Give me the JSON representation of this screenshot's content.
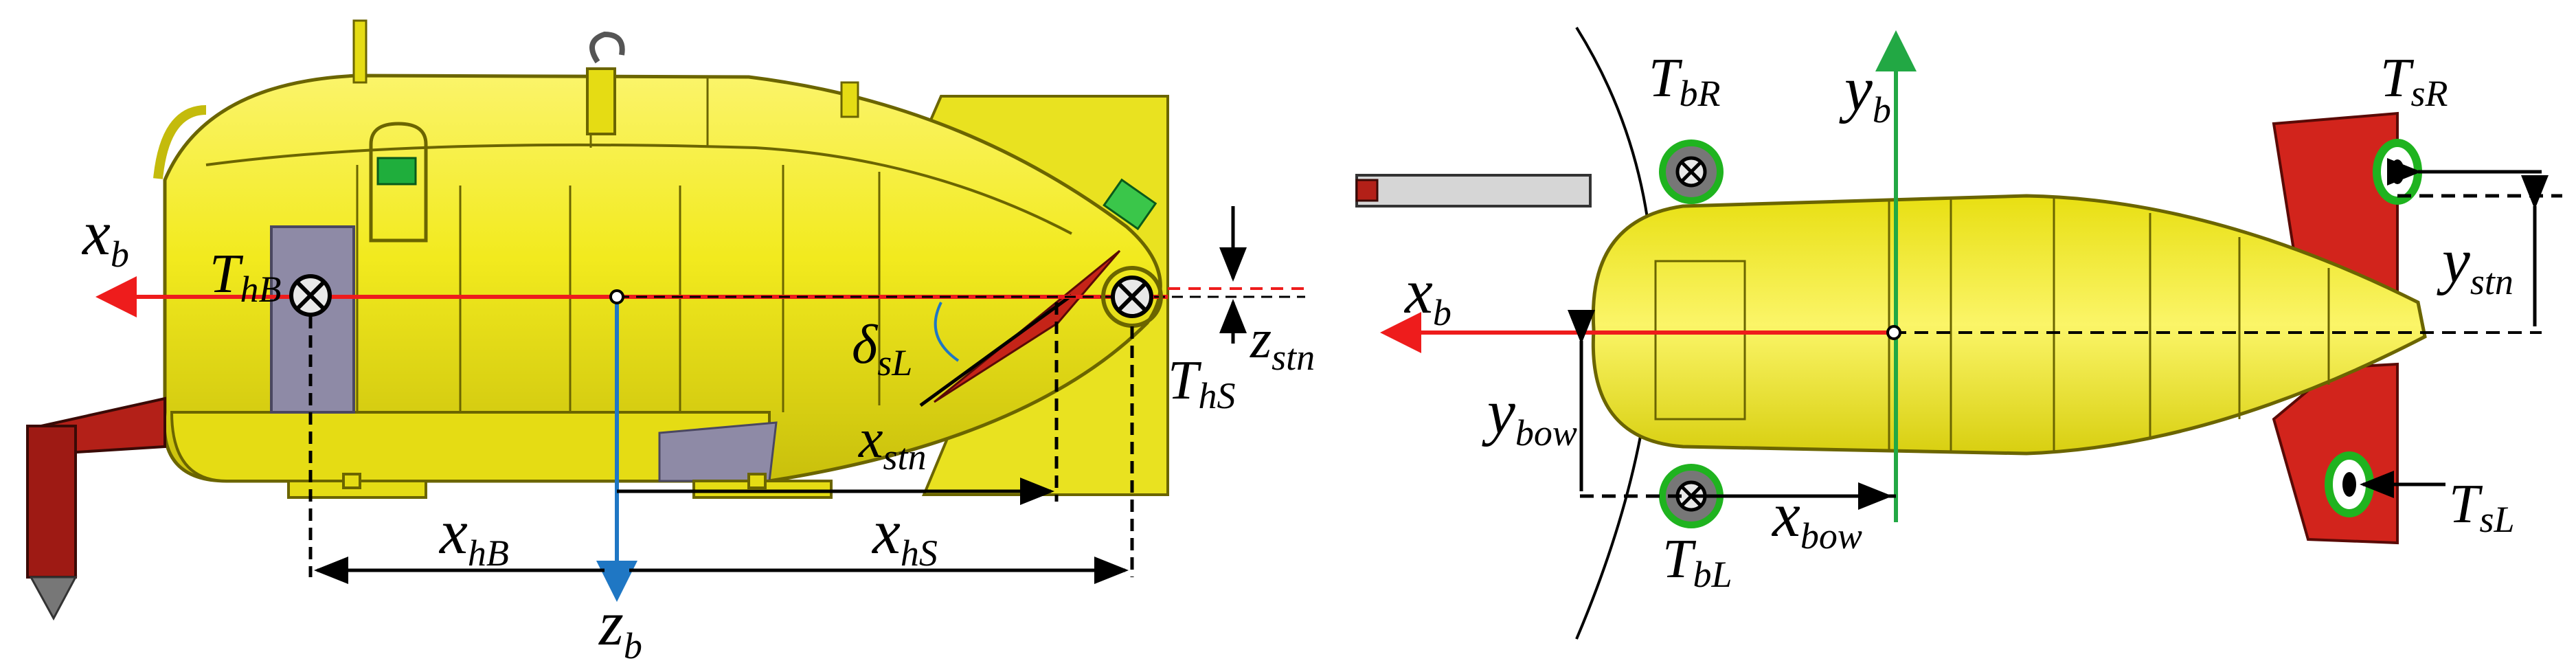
{
  "colors": {
    "hull": "#f2ea1e",
    "hull_shade": "#d8cf10",
    "fin_side": "#e9e220",
    "fin_top": "#d2241c",
    "thruster_ring": "#1fb31f",
    "x_axis": "#ee1c1c",
    "z_axis": "#1f77c4",
    "y_axis": "#22a844",
    "dim": "#000000"
  },
  "icons": {
    "thruster": "crossed-circle-icon",
    "lifting_hook": "hook-icon",
    "origin": "origin-dot-icon"
  },
  "side_view": {
    "x_axis": {
      "base": "x",
      "sub": "b"
    },
    "z_axis": {
      "base": "z",
      "sub": "b"
    },
    "thruster_bow": {
      "base": "T",
      "sub": "hB"
    },
    "thruster_stern": {
      "base": "T",
      "sub": "hS"
    },
    "fin_angle": {
      "base": "δ",
      "sub": "sL"
    },
    "dim_stern_x": {
      "base": "x",
      "sub": "stn"
    },
    "dim_stern_z": {
      "base": "z",
      "sub": "stn"
    },
    "dim_bow_thruster": {
      "base": "x",
      "sub": "hB"
    },
    "dim_stern_thruster": {
      "base": "x",
      "sub": "hS"
    }
  },
  "top_view": {
    "x_axis": {
      "base": "x",
      "sub": "b"
    },
    "y_axis": {
      "base": "y",
      "sub": "b"
    },
    "thruster_bow_right": {
      "base": "T",
      "sub": "bR"
    },
    "thruster_bow_left": {
      "base": "T",
      "sub": "bL"
    },
    "thruster_stern_right": {
      "base": "T",
      "sub": "sR"
    },
    "thruster_stern_left": {
      "base": "T",
      "sub": "sL"
    },
    "dim_stern_y": {
      "base": "y",
      "sub": "stn"
    },
    "dim_bow_y": {
      "base": "y",
      "sub": "bow"
    },
    "dim_bow_x": {
      "base": "x",
      "sub": "bow"
    }
  }
}
